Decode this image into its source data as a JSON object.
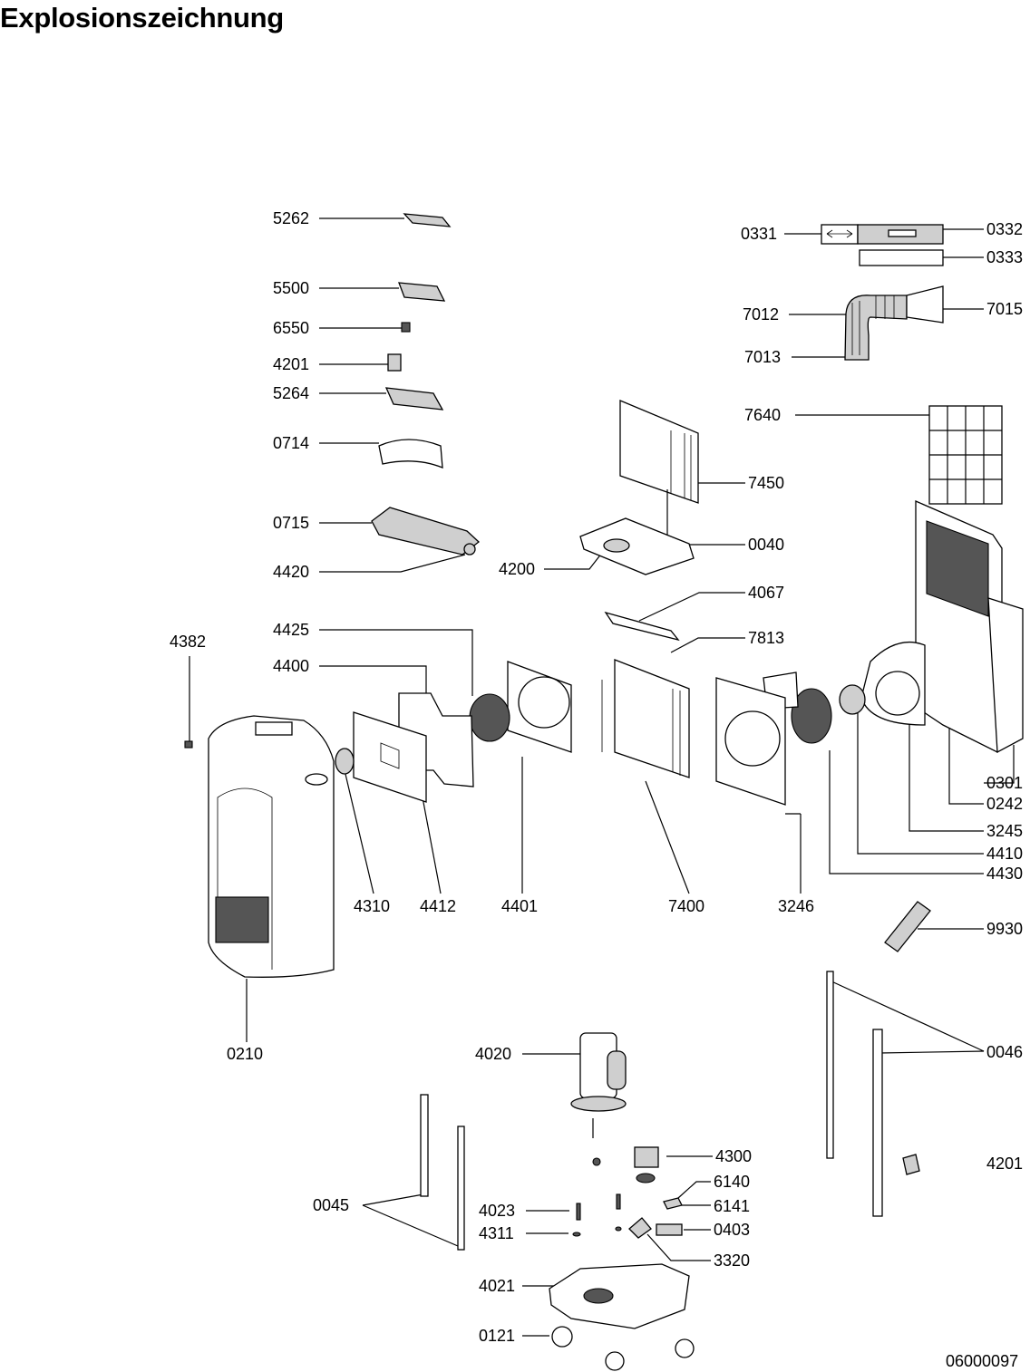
{
  "title": "Explosionszeichnung",
  "drawing_number": "06000097",
  "arrow_icon": "left-right-arrow-icon",
  "parts": {
    "p5262": "5262",
    "p5500": "5500",
    "p6550": "6550",
    "p4201a": "4201",
    "p5264": "5264",
    "p0714": "0714",
    "p0715": "0715",
    "p4420": "4420",
    "p0331": "0331",
    "p0332": "0332",
    "p0333": "0333",
    "p7012": "7012",
    "p7015": "7015",
    "p7013": "7013",
    "p7640": "7640",
    "p7450": "7450",
    "p0040": "0040",
    "p4200": "4200",
    "p4067": "4067",
    "p7813": "7813",
    "p4425": "4425",
    "p4382": "4382",
    "p4400": "4400",
    "p0301": "0301",
    "p0242": "0242",
    "p3245": "3245",
    "p4410": "4410",
    "p4430": "4430",
    "p4310": "4310",
    "p4412": "4412",
    "p4401": "4401",
    "p7400": "7400",
    "p3246": "3246",
    "p9930": "9930",
    "p0210": "0210",
    "p4020": "4020",
    "p0046": "0046",
    "p4300": "4300",
    "p4201b": "4201",
    "p6140": "6140",
    "p0045": "0045",
    "p4023": "4023",
    "p6141": "6141",
    "p4311": "4311",
    "p0403": "0403",
    "p3320": "3320",
    "p4021": "4021",
    "p0121": "0121"
  }
}
